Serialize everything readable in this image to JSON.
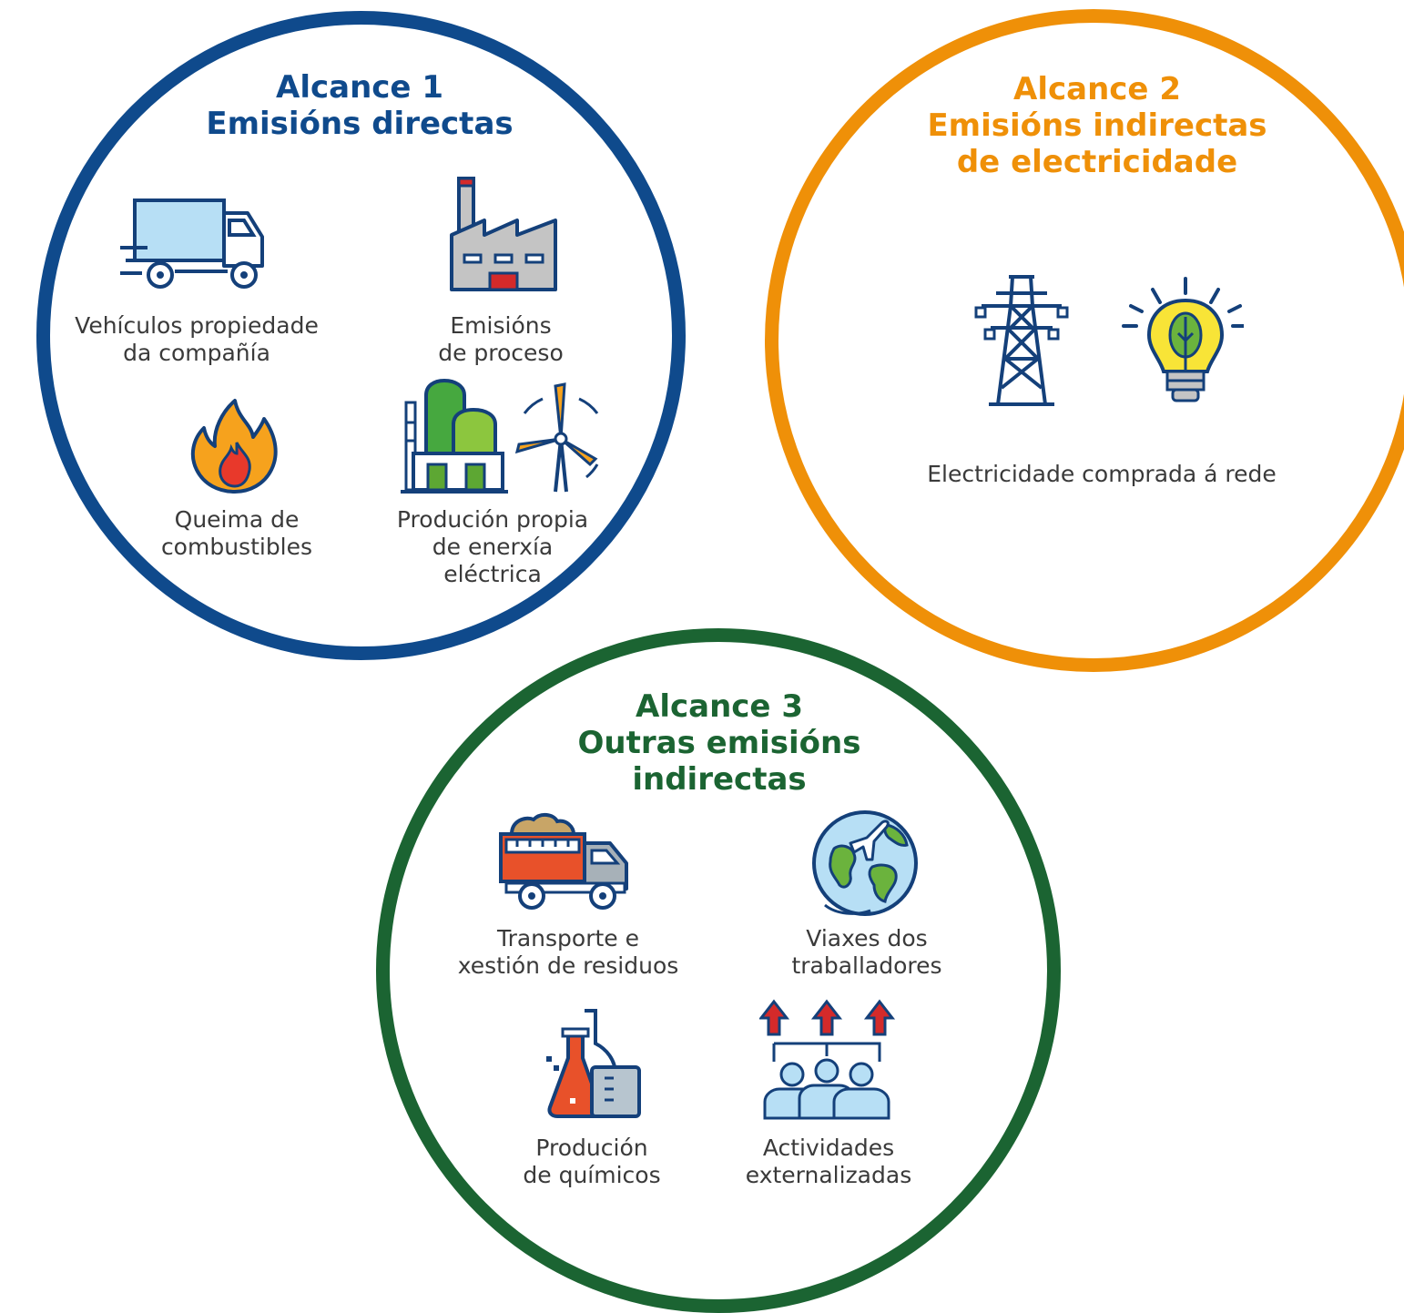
{
  "scopes": [
    {
      "title": "Alcance 1\nEmisións directas",
      "color": "#0f4a8c",
      "items": [
        {
          "label": "Vehículos propiedade\nda compañía",
          "icon": "truck-icon"
        },
        {
          "label": "Emisións\nde proceso",
          "icon": "factory-icon"
        },
        {
          "label": "Queima de\ncombustibles",
          "icon": "flame-icon"
        },
        {
          "label": "Produción propia\nde enerxía\neléctrica",
          "icon": "power-plant-wind-turbine-icon"
        }
      ]
    },
    {
      "title": "Alcance 2\nEmisións indirectas\nde electricidade",
      "color": "#ef9008",
      "items": [
        {
          "label": "Electricidade comprada á rede",
          "icon": "power-tower-lightbulb-icon"
        }
      ]
    },
    {
      "title": "Alcance 3\nOutras emisións\nindirectas",
      "color": "#1b6432",
      "items": [
        {
          "label": "Transporte e\nxestión de residuos",
          "icon": "dump-truck-icon"
        },
        {
          "label": "Viaxes dos\ntraballadores",
          "icon": "globe-plane-icon"
        },
        {
          "label": "Produción\nde químicos",
          "icon": "chemical-flask-icon"
        },
        {
          "label": "Actividades\nexternalizadas",
          "icon": "outsourced-workers-icon"
        }
      ]
    }
  ]
}
